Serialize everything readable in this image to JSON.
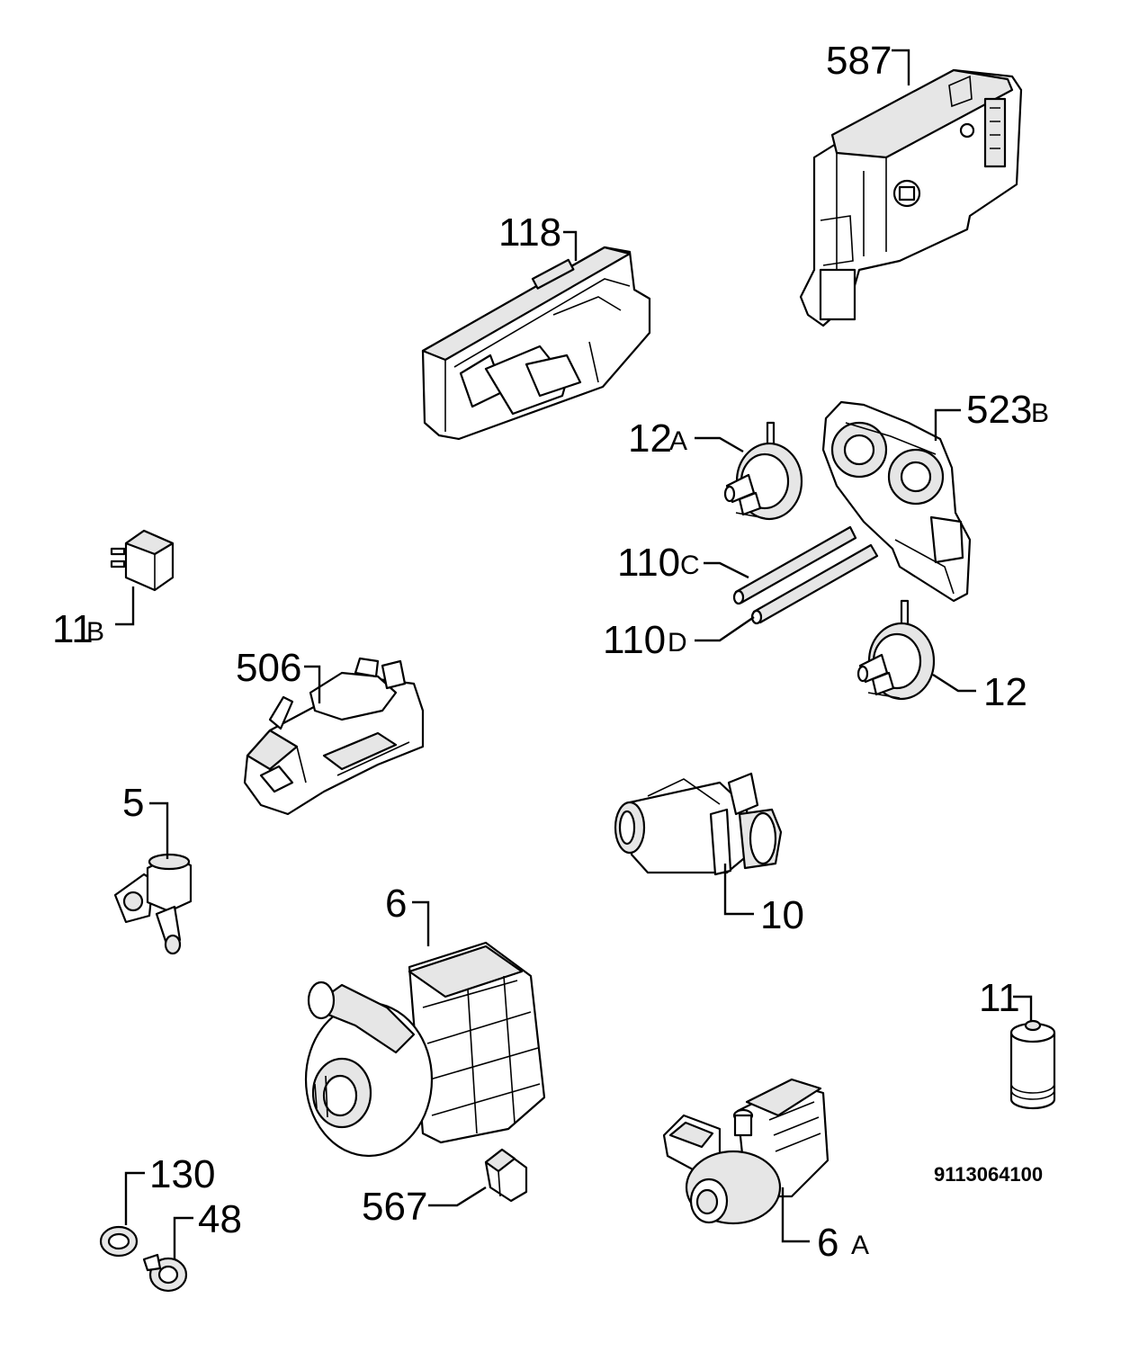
{
  "diagram": {
    "labels": {
      "p587": "587",
      "p118": "118",
      "p523": "523",
      "p523_suffix": "B",
      "p12a": "12",
      "p12a_suffix": "A",
      "p11b": "11",
      "p11b_suffix": "B",
      "p110c": "110",
      "p110c_suffix": "C",
      "p110d": "110",
      "p110d_suffix": "D",
      "p506": "506",
      "p12": "12",
      "p5": "5",
      "p10": "10",
      "p6": "6",
      "p11": "11",
      "p130": "130",
      "p48": "48",
      "p567": "567",
      "p6a": "6",
      "p6a_suffix": "A"
    },
    "drawing_code": "9113064100"
  }
}
